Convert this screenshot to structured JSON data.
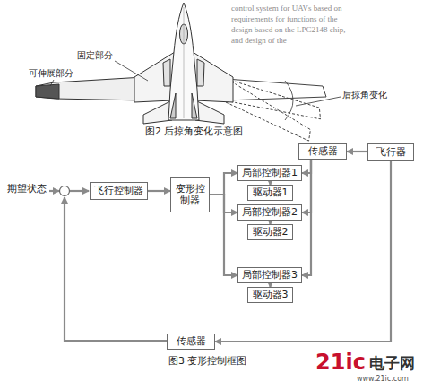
{
  "diagram": {
    "caption": "图3 变形控制框图",
    "nodes": [
      {
        "text": [
          "传感器"
        ]
      },
      {
        "text": [
          "飞行器"
        ]
      },
      {
        "text": [
          "飞行控制器"
        ]
      },
      {
        "text": [
          "变形控制器"
        ]
      },
      {
        "text": [
          "局部控制器1"
        ]
      },
      {
        "text": [
          "驱动器1"
        ]
      },
      {
        "text": [
          "局部控制器2"
        ]
      },
      {
        "text": [
          "驱动器2"
        ]
      },
      {
        "text": [
          "局部控制器3"
        ]
      },
      {
        "text": [
          "驱动器3"
        ]
      },
      {
        "text": [
          "传感器"
        ]
      }
    ],
    "edges": [
      {
        "from": 1,
        "to": 0,
        "arrow": "to"
      },
      {
        "from": 1,
        "to": 10,
        "arrow": "to"
      },
      {
        "from": 2,
        "to": 3,
        "arrow": "to"
      },
      {
        "from": 3,
        "to": 4,
        "arrow": "to"
      },
      {
        "from": 3,
        "to": 6,
        "arrow": "to"
      },
      {
        "from": 3,
        "to": 8,
        "arrow": "to"
      },
      {
        "from": 4,
        "to": 5,
        "arrow": "to"
      },
      {
        "from": 6,
        "to": 7,
        "arrow": "to"
      },
      {
        "from": 8,
        "to": 9,
        "arrow": "to"
      },
      {
        "from": 0,
        "to": 4,
        "arrow": "to"
      },
      {
        "from": 0,
        "to": 6,
        "arrow": "to"
      },
      {
        "from": 0,
        "to": 8,
        "arrow": "to"
      }
    ],
    "labels": [
      "固定部分",
      "可伸展部分",
      "后掠角变化",
      "图2 后掠角变化示意图",
      "期望状态",
      "control system for UAVs based on",
      "requirements for functions of the",
      "design based on the LPC2148 chip,",
      "and design of the",
      "21ic",
      "电子网",
      "www.21ic.com"
    ]
  }
}
